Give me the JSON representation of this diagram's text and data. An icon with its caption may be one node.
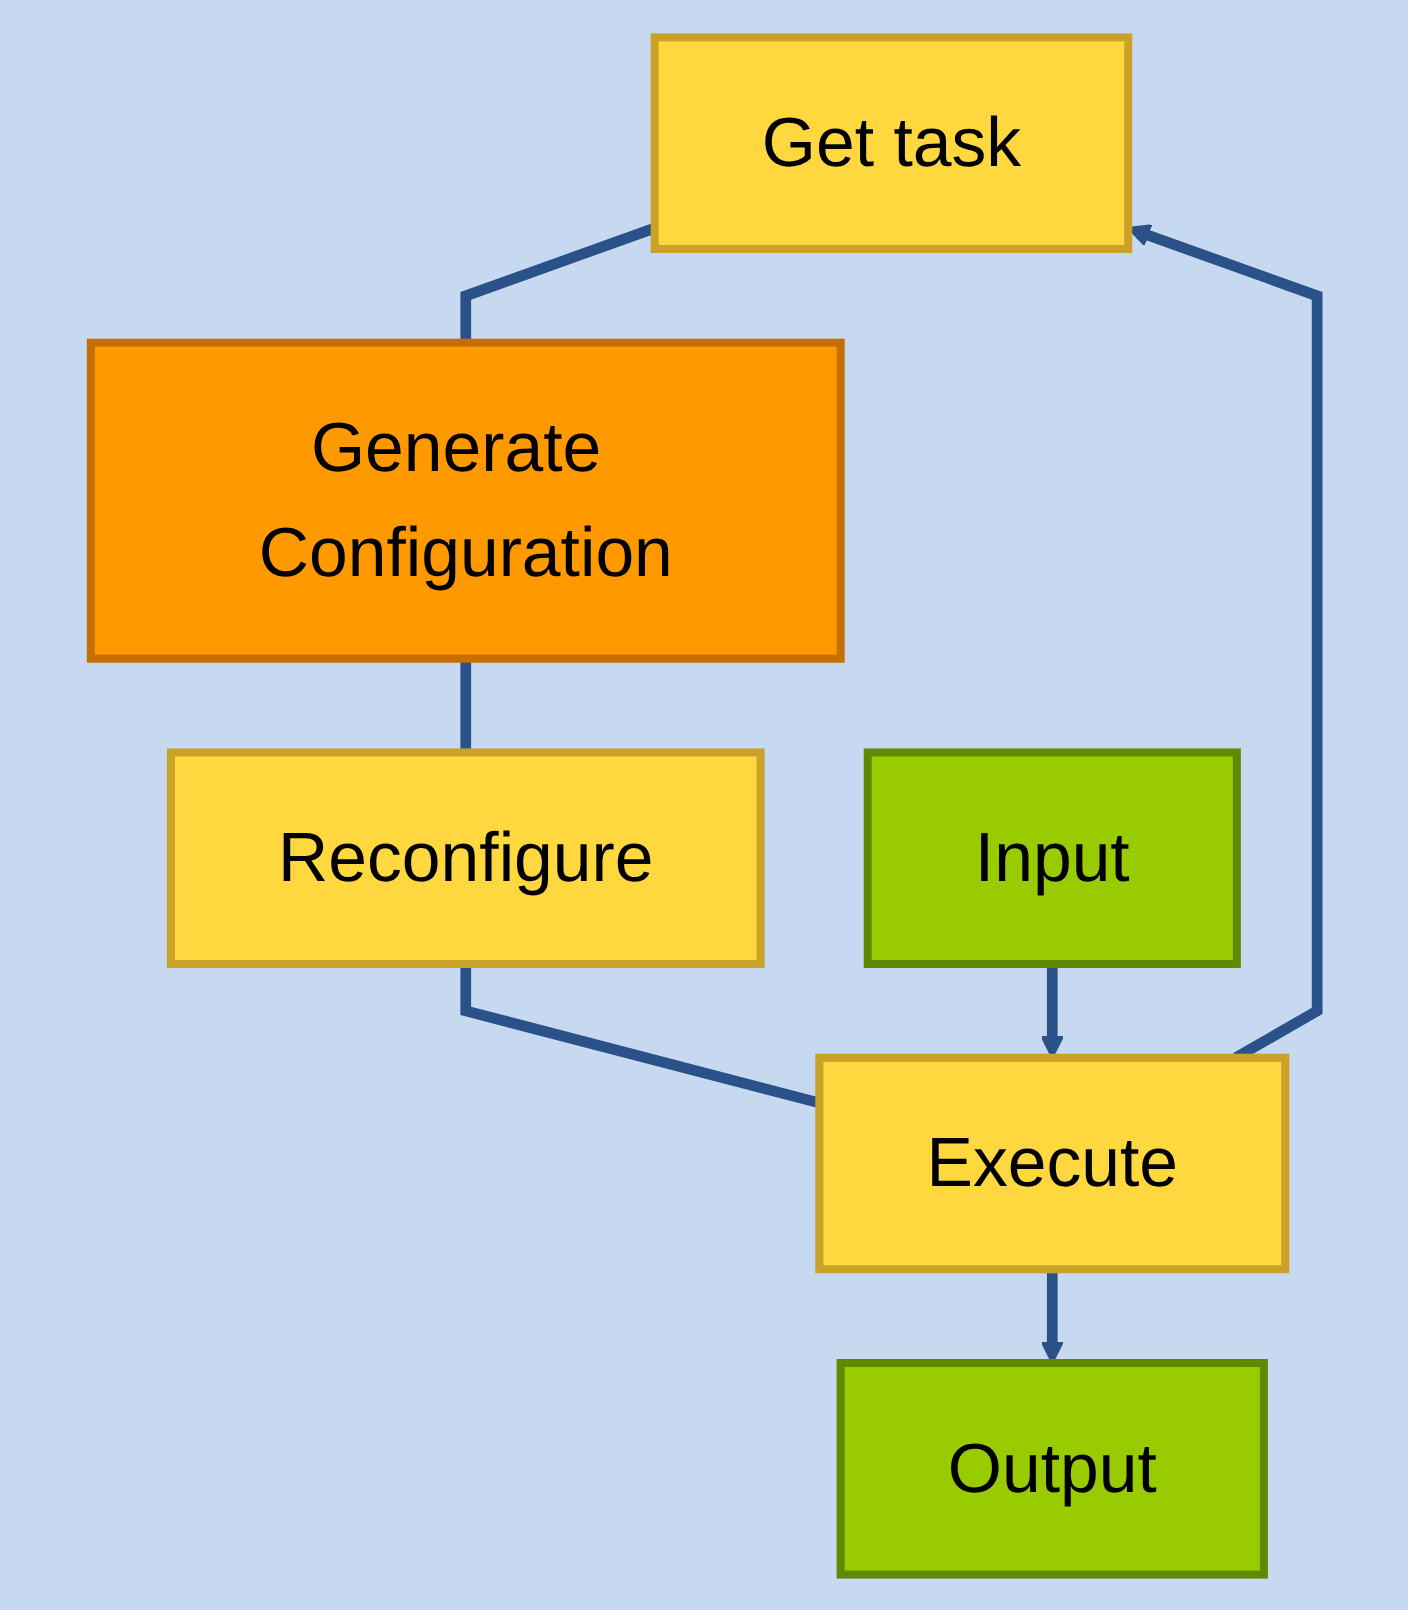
{
  "diagram": {
    "nodes": [
      {
        "text": [
          "Get task"
        ]
      },
      {
        "text": [
          "Generate Configuration"
        ]
      },
      {
        "text": [
          "Reconfigure"
        ]
      },
      {
        "text": [
          "Execute"
        ]
      },
      {
        "text": [
          "Output"
        ]
      },
      {
        "text": [
          "Input"
        ]
      }
    ],
    "edges": [
      {
        "from": 0,
        "to": 1,
        "arrow": "none"
      },
      {
        "from": 1,
        "to": 2,
        "arrow": "none"
      },
      {
        "from": 2,
        "to": 3,
        "arrow": "none"
      },
      {
        "from": 3,
        "to": 0,
        "arrow": "to"
      },
      {
        "from": 3,
        "to": 4,
        "arrow": "to"
      },
      {
        "from": 5,
        "to": 3,
        "arrow": "to"
      }
    ]
  }
}
